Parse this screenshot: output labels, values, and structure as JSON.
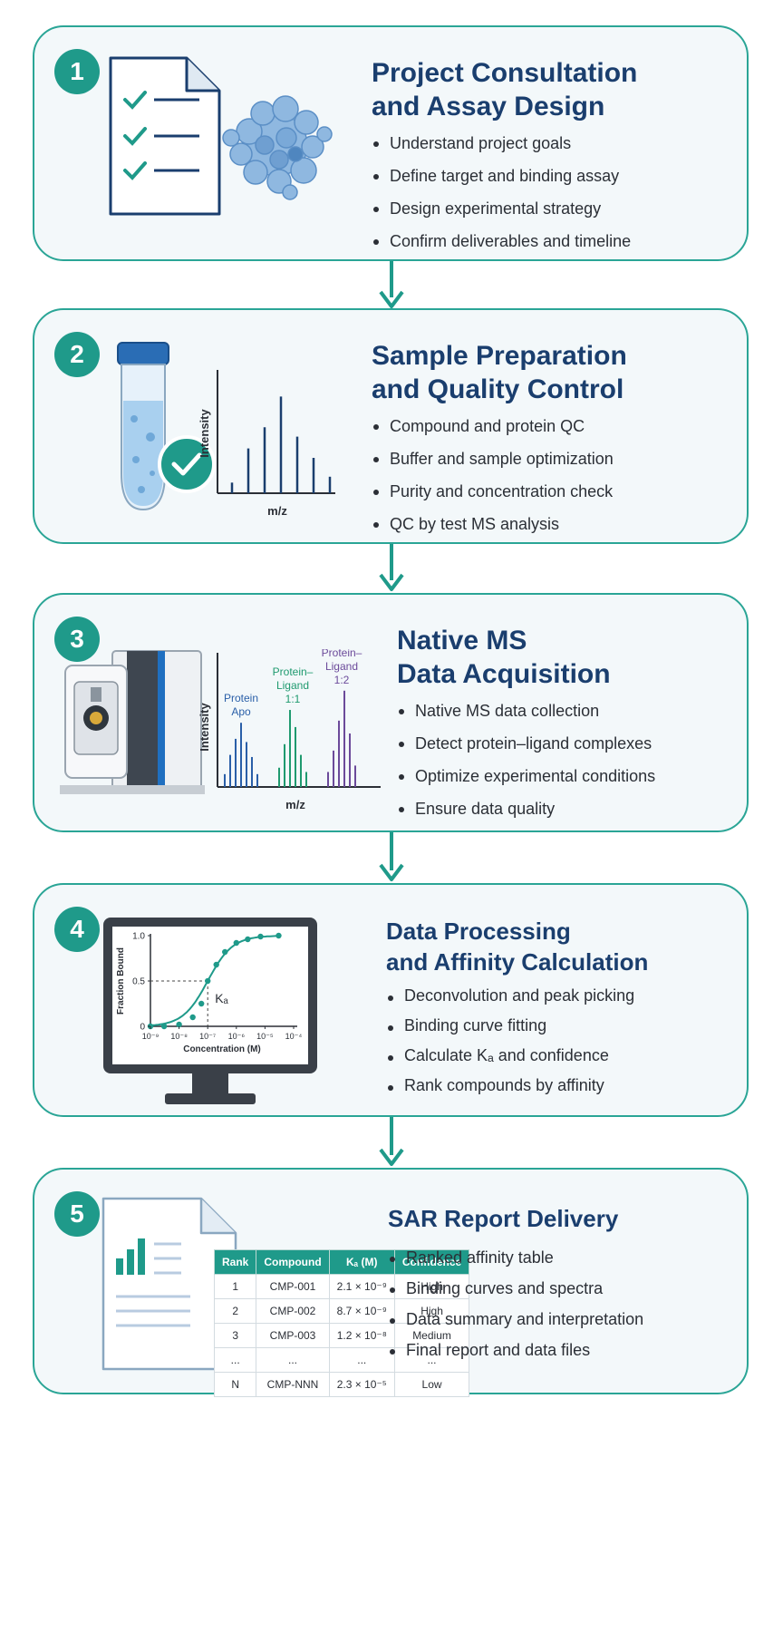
{
  "steps": [
    {
      "number": "1",
      "title_lines": [
        "Project Consultation",
        "and Assay Design"
      ],
      "bullets": [
        "Understand project goals",
        "Define target and binding assay",
        "Design experimental strategy",
        "Confirm deliverables and timeline"
      ]
    },
    {
      "number": "2",
      "title_lines": [
        "Sample Preparation",
        "and Quality Control"
      ],
      "bullets": [
        "Compound and protein QC",
        "Buffer and sample optimization",
        "Purity and concentration check",
        "QC by test MS analysis"
      ],
      "spectrum": {
        "ylabel": "Intensity",
        "xlabel": "m/z",
        "peaks": [
          0.09,
          0.38,
          0.56,
          0.82,
          0.48,
          0.3,
          0.14
        ]
      }
    },
    {
      "number": "3",
      "title_lines": [
        "Native MS",
        "Data Acquisition"
      ],
      "bullets": [
        "Native MS data collection",
        "Detect protein–ligand complexes",
        "Optimize experimental conditions",
        "Ensure data quality"
      ],
      "spectrum": {
        "ylabel": "Intensity",
        "xlabel": "m/z",
        "groups": [
          {
            "label_lines": [
              "Protein",
              "Apo"
            ],
            "color": "#2a5fa8",
            "peaks": [
              0.12,
              0.3,
              0.45,
              0.6,
              0.42,
              0.28,
              0.12
            ]
          },
          {
            "label_lines": [
              "Protein–",
              "Ligand",
              "1:1"
            ],
            "color": "#1f9a6f",
            "peaks": [
              0.18,
              0.4,
              0.72,
              0.56,
              0.3,
              0.14
            ]
          },
          {
            "label_lines": [
              "Protein–",
              "Ligand",
              "1:2"
            ],
            "color": "#6b4a9a",
            "peaks": [
              0.14,
              0.34,
              0.62,
              0.9,
              0.5,
              0.2
            ]
          }
        ]
      }
    },
    {
      "number": "4",
      "title_lines": [
        "Data Processing",
        "and Affinity Calculation"
      ],
      "bullets": [
        "Deconvolution and peak picking",
        "Binding curve fitting",
        "Calculate Kₐ and confidence",
        "Rank compounds by affinity"
      ]
    },
    {
      "number": "5",
      "title_lines": [
        "SAR Report Delivery"
      ],
      "bullets": [
        "Ranked affinity table",
        "Binding curves and spectra",
        "Data summary and interpretation",
        "Final report and data files"
      ],
      "table": {
        "headers": [
          "Rank",
          "Compound",
          "Kₐ (M)",
          "Confidence"
        ],
        "rows": [
          [
            "1",
            "CMP-001",
            "2.1 × 10⁻⁹",
            "High"
          ],
          [
            "2",
            "CMP-002",
            "8.7 × 10⁻⁹",
            "High"
          ],
          [
            "3",
            "CMP-003",
            "1.2 × 10⁻⁸",
            "Medium"
          ],
          [
            "...",
            "...",
            "...",
            "..."
          ],
          [
            "N",
            "CMP-NNN",
            "2.3 × 10⁻⁵",
            "Low"
          ]
        ]
      }
    }
  ],
  "chart_data": {
    "type": "scatter",
    "title": "",
    "xlabel": "Concentration (M)",
    "ylabel": "Fraction Bound",
    "x_scale": "log",
    "x_tick_labels": [
      "10⁻⁹",
      "10⁻⁸",
      "10⁻⁷",
      "10⁻⁶",
      "10⁻⁵",
      "10⁻⁴"
    ],
    "y_tick_labels": [
      "0",
      "0.5",
      "1.0"
    ],
    "xlim": [
      1e-09,
      0.0001
    ],
    "ylim": [
      0,
      1
    ],
    "annotation": "Kₐ",
    "kd": 1e-07,
    "series": [
      {
        "x": [
          1e-09,
          3e-09,
          1e-08,
          3e-08,
          6e-08,
          1e-07,
          2e-07,
          4e-07,
          1e-06,
          2.5e-06,
          7e-06,
          3e-05
        ],
        "y": [
          0.0,
          0.0,
          0.02,
          0.1,
          0.25,
          0.5,
          0.68,
          0.82,
          0.92,
          0.96,
          0.99,
          1.0
        ]
      }
    ],
    "colors": {
      "curve": "#1f9a8a",
      "guide": "#444444"
    }
  },
  "colors": {
    "accent": "#1f9a8a",
    "title": "#1a3e6e",
    "card_bg": "#f3f8fa"
  }
}
